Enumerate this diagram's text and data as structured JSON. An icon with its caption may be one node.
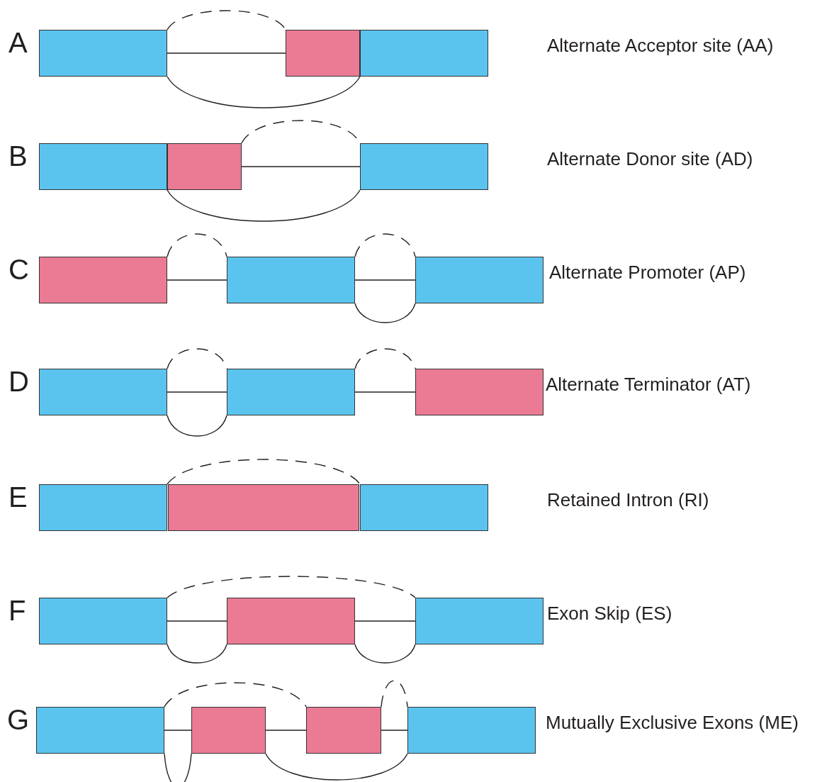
{
  "diagram": {
    "nodes": [
      {
        "text": [],
        "shape": "box"
      },
      {
        "text": [],
        "shape": "box"
      },
      {
        "text": [],
        "shape": "box"
      },
      {
        "text": [],
        "shape": "box"
      },
      {
        "text": [],
        "shape": "box"
      },
      {
        "text": [],
        "shape": "box"
      },
      {
        "text": [],
        "shape": "box"
      },
      {
        "text": [],
        "shape": "box"
      },
      {
        "text": [],
        "shape": "box"
      },
      {
        "text": [],
        "shape": "box"
      },
      {
        "text": [],
        "shape": "box"
      },
      {
        "text": [],
        "shape": "box"
      },
      {
        "text": [],
        "shape": "box"
      },
      {
        "text": [],
        "shape": "box"
      },
      {
        "text": [],
        "shape": "box"
      },
      {
        "text": [],
        "shape": "box"
      },
      {
        "text": [],
        "shape": "box"
      },
      {
        "text": [],
        "shape": "box"
      },
      {
        "text": [],
        "shape": "box"
      },
      {
        "text": [],
        "shape": "box"
      },
      {
        "text": [],
        "shape": "box"
      },
      {
        "text": [],
        "shape": "box"
      }
    ],
    "edges": [
      {
        "from": 0,
        "to": 1,
        "arrow": "none"
      },
      {
        "from": 0,
        "to": 1,
        "arrow": "none",
        "style": "dashed"
      },
      {
        "from": 0,
        "to": 2,
        "arrow": "none"
      },
      {
        "from": 4,
        "to": 5,
        "arrow": "none"
      },
      {
        "from": 4,
        "to": 5,
        "arrow": "none",
        "style": "dashed"
      },
      {
        "from": 3,
        "to": 5,
        "arrow": "none"
      },
      {
        "from": 6,
        "to": 7,
        "arrow": "none"
      },
      {
        "from": 6,
        "to": 7,
        "arrow": "none",
        "style": "dashed"
      },
      {
        "from": 7,
        "to": 8,
        "arrow": "none"
      },
      {
        "from": 7,
        "to": 8,
        "arrow": "none",
        "style": "dashed"
      },
      {
        "from": 7,
        "to": 8,
        "arrow": "none"
      },
      {
        "from": 9,
        "to": 10,
        "arrow": "none"
      },
      {
        "from": 9,
        "to": 10,
        "arrow": "none",
        "style": "dashed"
      },
      {
        "from": 9,
        "to": 10,
        "arrow": "none"
      },
      {
        "from": 10,
        "to": 11,
        "arrow": "none"
      },
      {
        "from": 10,
        "to": 11,
        "arrow": "none",
        "style": "dashed"
      },
      {
        "from": 12,
        "to": 14,
        "arrow": "none",
        "style": "dashed"
      },
      {
        "from": 15,
        "to": 16,
        "arrow": "none"
      },
      {
        "from": 15,
        "to": 16,
        "arrow": "none"
      },
      {
        "from": 15,
        "to": 17,
        "arrow": "none",
        "style": "dashed"
      },
      {
        "from": 16,
        "to": 17,
        "arrow": "none"
      },
      {
        "from": 16,
        "to": 17,
        "arrow": "none"
      },
      {
        "from": 18,
        "to": 19,
        "arrow": "none"
      },
      {
        "from": 18,
        "to": 19,
        "arrow": "none"
      },
      {
        "from": 18,
        "to": 20,
        "arrow": "none",
        "style": "dashed"
      },
      {
        "from": 19,
        "to": 20,
        "arrow": "none"
      },
      {
        "from": 19,
        "to": 21,
        "arrow": "none"
      },
      {
        "from": 20,
        "to": 21,
        "arrow": "none"
      },
      {
        "from": 20,
        "to": 21,
        "arrow": "none",
        "style": "dashed"
      }
    ],
    "labels": [
      "A",
      "Alternate Acceptor site (AA)",
      "B",
      "Alternate Donor site (AD)",
      "C",
      "Alternate Promoter (AP)",
      "D",
      "Alternate Terminator (AT)",
      "E",
      "Retained Intron (RI)",
      "F",
      "Exon Skip (ES)",
      "G",
      "Mutually Exclusive Exons (ME)"
    ]
  }
}
